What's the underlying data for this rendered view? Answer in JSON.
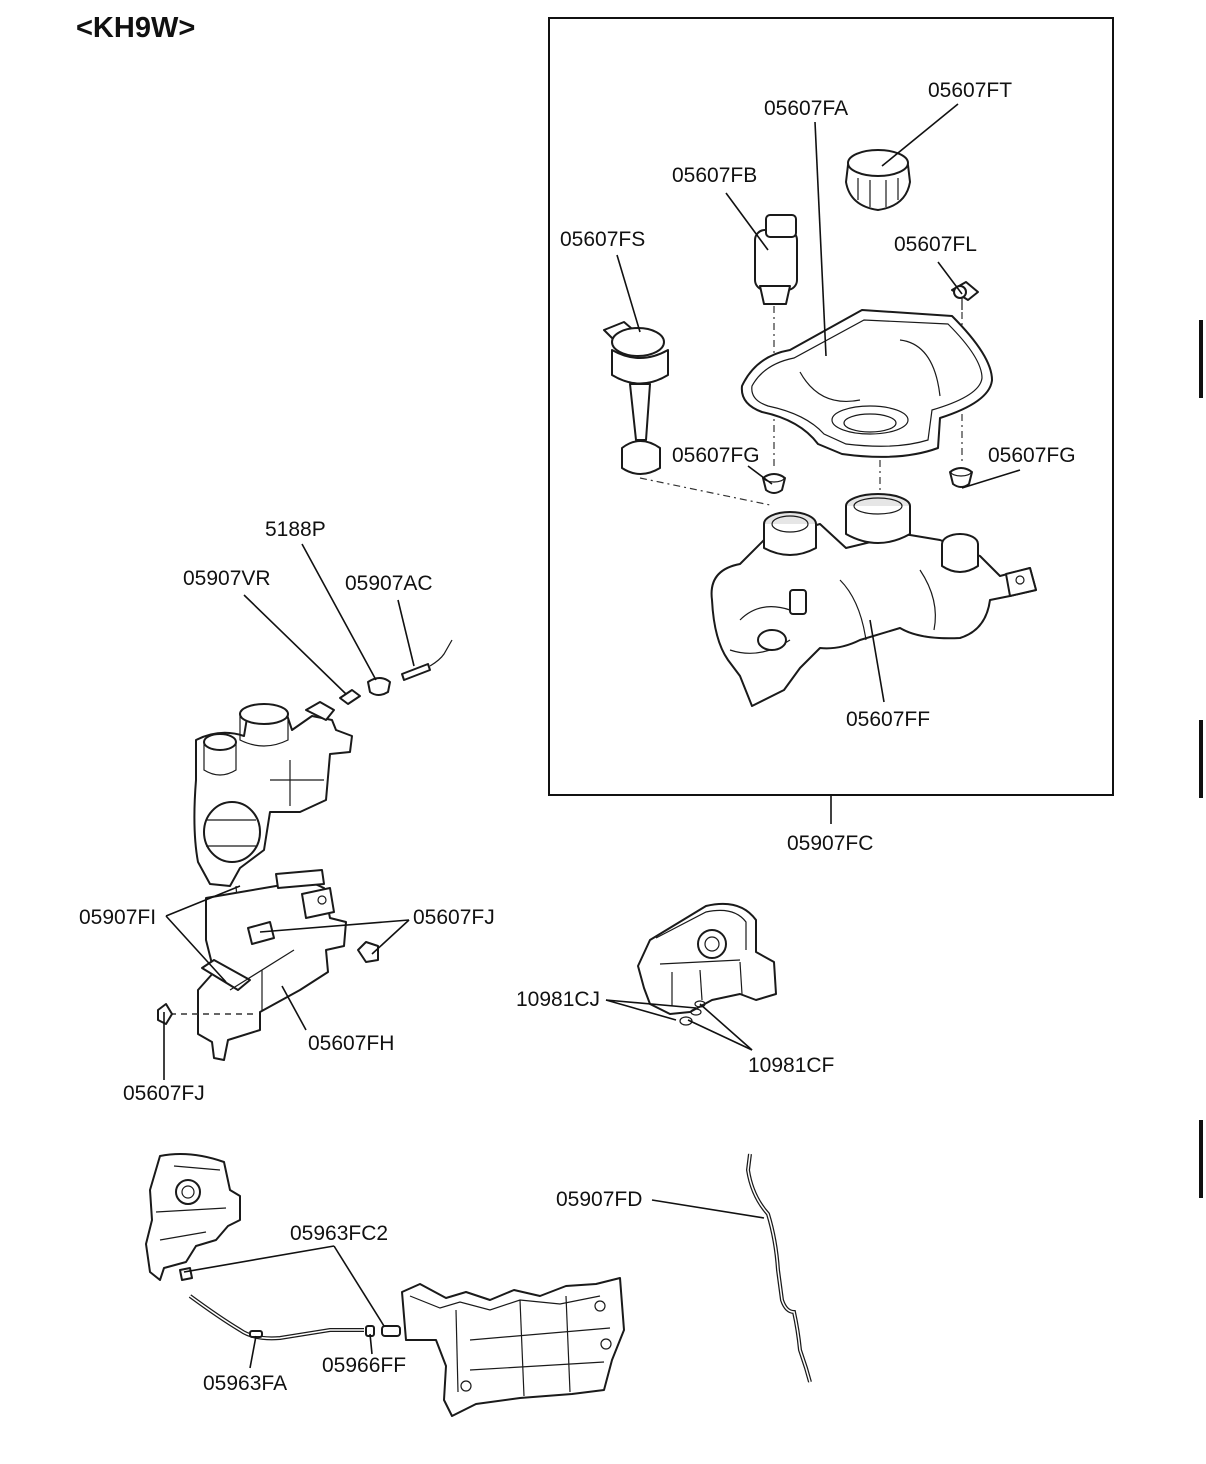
{
  "diagram_title": "<KH9W>",
  "labels": {
    "l_05607FT": "05607FT",
    "l_05607FA": "05607FA",
    "l_05607FB": "05607FB",
    "l_05607FS": "05607FS",
    "l_05607FL": "05607FL",
    "l_05607FG_left": "05607FG",
    "l_05607FG_right": "05607FG",
    "l_05607FF": "05607FF",
    "l_05907FC": "05907FC",
    "l_5188P": "5188P",
    "l_05907VR": "05907VR",
    "l_05907AC": "05907AC",
    "l_05907FI": "05907FI",
    "l_05607FJ_top": "05607FJ",
    "l_05607FH": "05607FH",
    "l_05607FJ_bottom": "05607FJ",
    "l_10981CJ": "10981CJ",
    "l_10981CF": "10981CF",
    "l_05907FD": "05907FD",
    "l_05963FC2": "05963FC2",
    "l_05963FA": "05963FA",
    "l_05966FF": "05966FF"
  }
}
